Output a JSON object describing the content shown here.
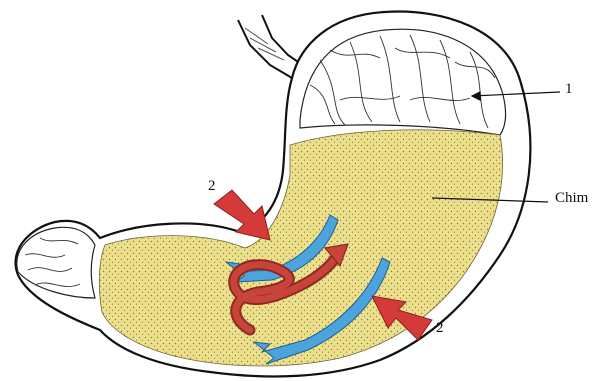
{
  "labels": {
    "one": "1",
    "chim": "Chim",
    "two_top": "2",
    "two_bottom": "2"
  },
  "colors": {
    "chyme_fill": "#EDE08C",
    "chyme_dots": "#8a7a3a",
    "wall": "#ffffff",
    "outline": "#111111",
    "press_arrow": "#D43A3A",
    "blue_flow": "#4DA3DD",
    "red_flow": "#C8433A"
  }
}
